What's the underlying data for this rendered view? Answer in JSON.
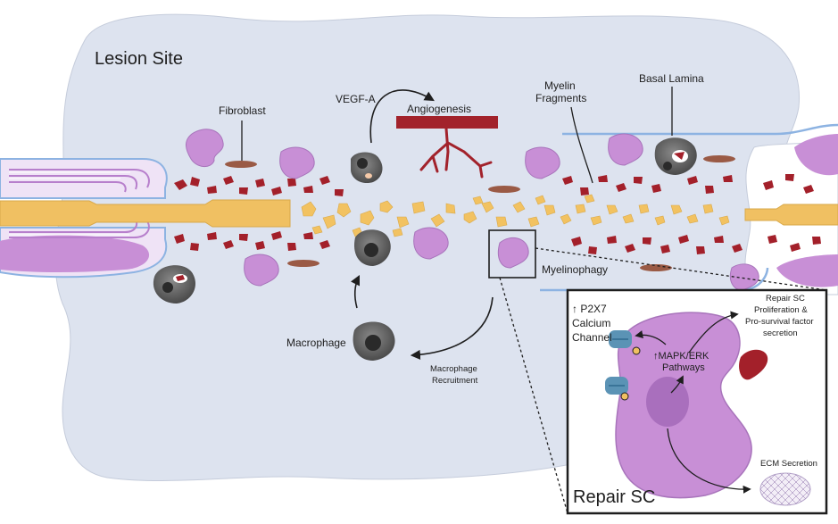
{
  "labels": {
    "lesion_site": "Lesion Site",
    "fibroblast": "Fibroblast",
    "vegf_a": "VEGF-A",
    "angiogenesis": "Angiogenesis",
    "myelin_fragments": [
      "Myelin",
      "Fragments"
    ],
    "basal_lamina": "Basal Lamina",
    "myelinophagy": "Myelinophagy",
    "macrophage": "Macrophage",
    "macrophage_recruitment": [
      "Macrophage",
      "Recruitment"
    ]
  },
  "inset": {
    "title": "Repair SC",
    "p2x7": [
      "↑ P2X7",
      "Calcium",
      "Channel"
    ],
    "mapk": [
      "↑MAPK/ERK",
      "Pathways"
    ],
    "repair_outcome": [
      "Repair SC",
      "Proliferation &",
      "Pro-survival factor",
      "secretion"
    ],
    "ecm": "ECM Secretion"
  },
  "colors": {
    "lesion_fill": "#dde3ef",
    "axon": "#f0c062",
    "myelin_debris": "#f2c261",
    "red_debris": "#a3202a",
    "schwann_cell": "#c88fd6",
    "macrophage": "#5b5b5b",
    "vessel": "#a2222b",
    "basal_lamina": "#8db3e2"
  }
}
